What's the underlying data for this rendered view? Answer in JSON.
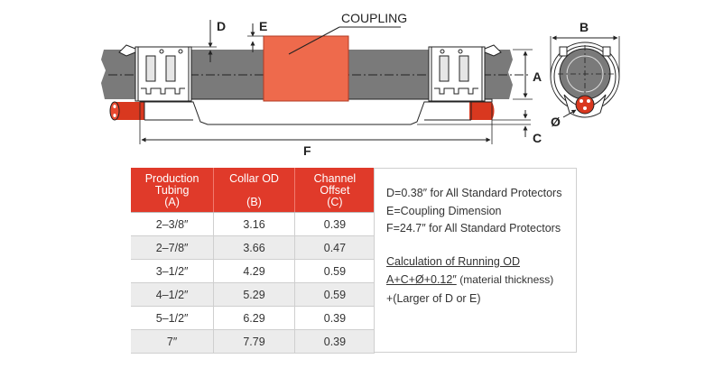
{
  "diagram": {
    "coupling_label": "COUPLING",
    "dimension_labels": {
      "d": "D",
      "e": "E",
      "a": "A",
      "b": "B",
      "c": "C",
      "f": "F",
      "phi": "Ø"
    },
    "colors": {
      "tubing": "#7a7a7a",
      "coupling": "#ee6a4c",
      "cable": "#d9381f",
      "outline": "#222222",
      "table_header": "#e03a2a"
    }
  },
  "table": {
    "headers": [
      {
        "lines": [
          "Production",
          "Tubing",
          "(A)"
        ]
      },
      {
        "lines": [
          "Collar OD",
          "",
          "(B)"
        ]
      },
      {
        "lines": [
          "Channel",
          "Offset",
          "(C)"
        ]
      }
    ],
    "rows": [
      [
        "2–3/8″",
        "3.16",
        "0.39"
      ],
      [
        "2–7/8″",
        "3.66",
        "0.47"
      ],
      [
        "3–1/2″",
        "4.29",
        "0.59"
      ],
      [
        "4–1/2″",
        "5.29",
        "0.59"
      ],
      [
        "5–1/2″",
        "6.29",
        "0.39"
      ],
      [
        "7″",
        "7.79",
        "0.39"
      ]
    ]
  },
  "notes": {
    "line1": "D=0.38″ for All Standard Protectors",
    "line2": "E=Coupling Dimension",
    "line3": "F=24.7″ for All Standard Protectors",
    "calc_title": "Calculation of Running OD",
    "calc_formula": "A+C+Ø+0.12″",
    "calc_note": "(material thickness)",
    "calc_extra": "+(Larger of D or E)"
  }
}
